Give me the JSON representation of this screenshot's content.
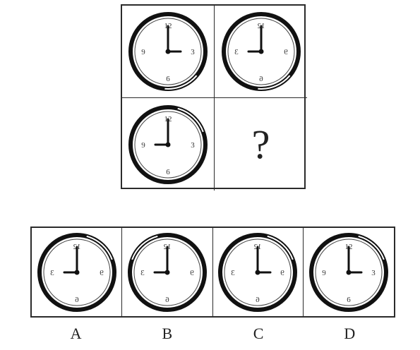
{
  "question_grid": [
    {
      "id": "tl",
      "mirrored": false,
      "hands": "three",
      "gap": "bottom-right"
    },
    {
      "id": "tr",
      "mirrored": true,
      "hands": "three",
      "gap": "bottom-right"
    },
    {
      "id": "bl",
      "mirrored": false,
      "hands": "nine",
      "gap": "top-right"
    }
  ],
  "question_mark": "?",
  "clock_numerals": {
    "top": "12",
    "right": "3",
    "bottom": "6",
    "left": "9"
  },
  "options": [
    {
      "label": "A",
      "mirrored": true,
      "hands": "three",
      "gap": "top-right"
    },
    {
      "label": "B",
      "mirrored": true,
      "hands": "three",
      "gap": "top-left"
    },
    {
      "label": "C",
      "mirrored": true,
      "hands": "nine",
      "gap": "top-right"
    },
    {
      "label": "D",
      "mirrored": false,
      "hands": "three",
      "gap": "top-right"
    }
  ]
}
